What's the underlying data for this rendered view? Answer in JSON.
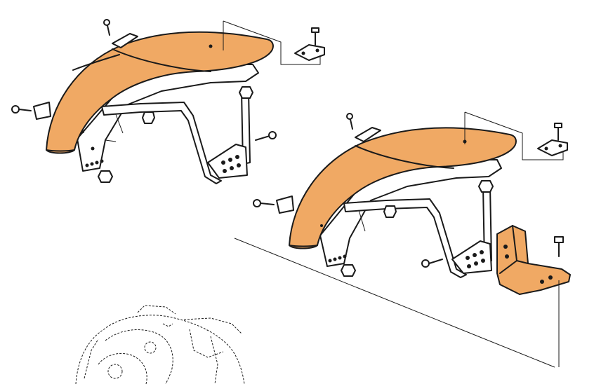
{
  "diagram": {
    "colors": {
      "accent": "#f0a964",
      "line": "#1a1a1a",
      "background": "#ffffff"
    },
    "parts": {
      "fender": "fender",
      "bracket": "fender-support-bracket",
      "mount_block": "mounting-block",
      "bolt": "bolt-icon",
      "nut": "nut-icon",
      "plate": "clamp-plate",
      "stay": "stay-rod"
    }
  }
}
